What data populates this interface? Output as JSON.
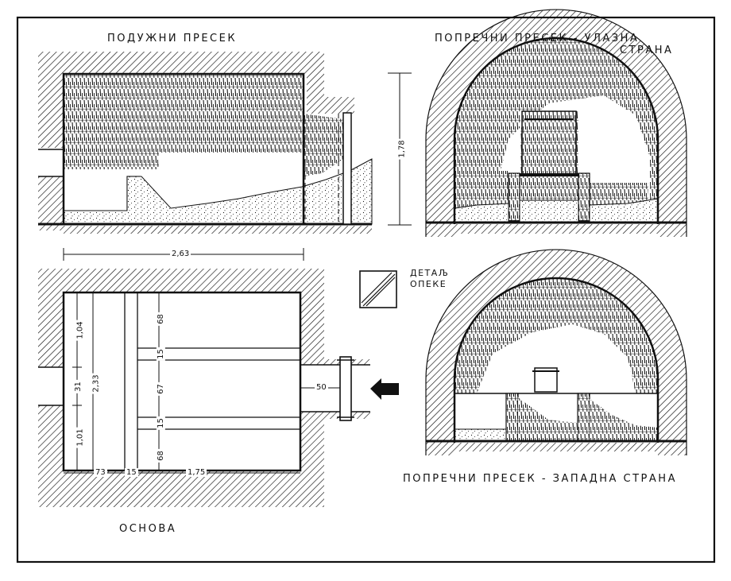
{
  "titles": {
    "longitudinal": "ПОДУЖНИ ПРЕСЕК",
    "cross_entrance_line1": "ПОПРЕЧНИ ПРЕСЕК - УЛАЗНА",
    "cross_entrance_line2": "СТРАНА",
    "cross_west": "ПОПРЕЧНИ ПРЕСЕК - ЗАПАДНА СТРАНА",
    "plan": "ОСНОВА",
    "detail_line1": "ДЕТАЉ",
    "detail_line2": "ОПЕКЕ"
  },
  "dimensions": {
    "height": "1,78",
    "length": "2,63",
    "plan_top_half": "1,04",
    "plan_opening": "31",
    "plan_total_width": "2,33",
    "plan_bottom_half": "1,01",
    "plan_left_bay": "73",
    "plan_wall": "15",
    "plan_right_bay": "1,75",
    "bay_top": "68",
    "rib_1": "15",
    "bay_middle": "67",
    "rib_2": "15",
    "bay_bottom": "68",
    "door_width": "50"
  },
  "colors": {
    "ink": "#111111",
    "paper": "#ffffff"
  },
  "icons": [
    "entrance-arrow-icon",
    "brick-detail-icon"
  ]
}
